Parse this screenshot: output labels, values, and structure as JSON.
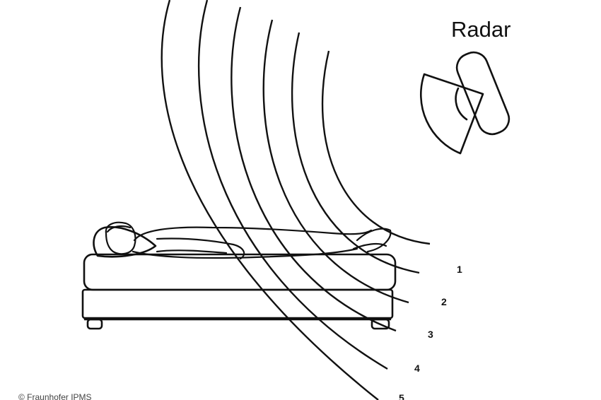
{
  "figure": {
    "radar_label": "Radar",
    "credit": "© Fraunhofer IPMS",
    "ring_labels": [
      "1",
      "2",
      "3",
      "4",
      "5"
    ]
  },
  "colors": {
    "ink": "#111111",
    "background": "#ffffff"
  },
  "icons": {
    "radar_sensor": "radar-sensor-icon",
    "person": "sleeping-person-icon",
    "bed": "bed-icon"
  }
}
